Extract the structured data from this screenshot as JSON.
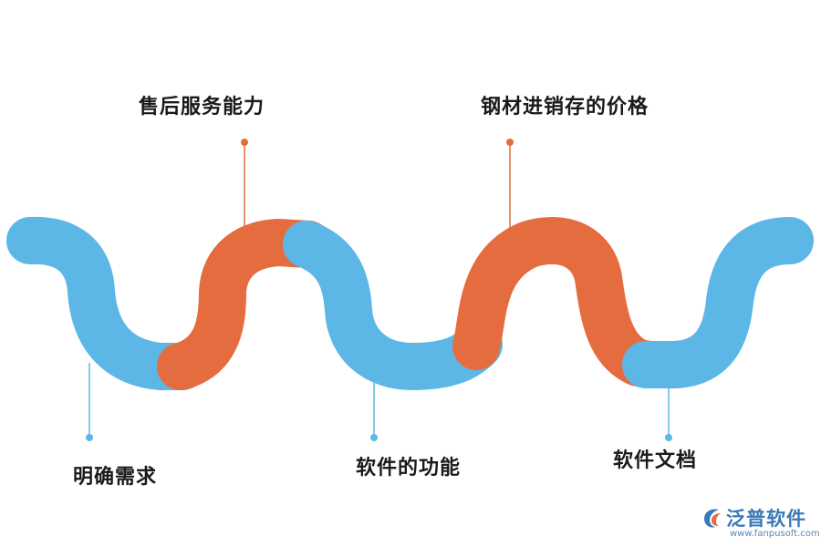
{
  "steps": {
    "top": [
      "售后服务能力",
      "钢材进销存的价格"
    ],
    "bottom": [
      "明确需求",
      "软件的功能",
      "软件文档"
    ]
  },
  "colors": {
    "blue": "#5db7e6",
    "orange": "#e56c3e",
    "text": "#1a1a1a"
  },
  "logo": {
    "name": "泛普软件",
    "url": "www.fanpusoft.com",
    "icon": "fanpu-logo-icon"
  }
}
